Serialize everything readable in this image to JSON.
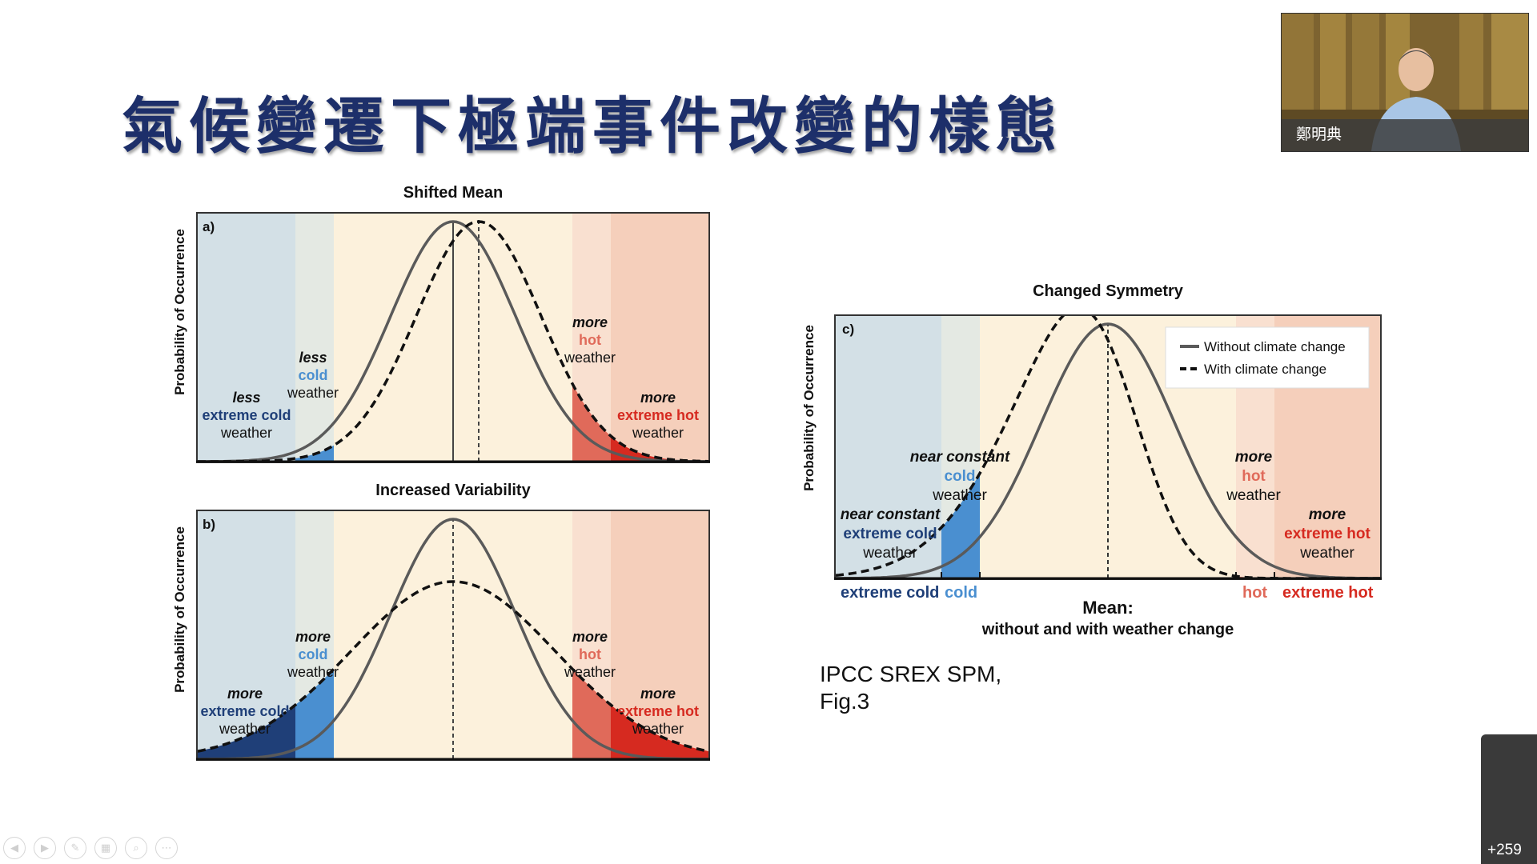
{
  "slide": {
    "title": "氣候變遷下極端事件改變的樣態"
  },
  "panels": {
    "a": {
      "title": "Shifted Mean",
      "letter": "a)",
      "ylabel": "Probability of Occurrence",
      "labels": [
        {
          "id": "left-extreme",
          "lines": [
            [
              "less",
              "italic"
            ],
            [
              "extreme cold",
              "cold-dark"
            ],
            [
              "weather",
              "normal"
            ]
          ]
        },
        {
          "id": "left-cold",
          "lines": [
            [
              "less",
              "italic"
            ],
            [
              "cold",
              "cold"
            ],
            [
              "weather",
              "normal"
            ]
          ]
        },
        {
          "id": "right-hot",
          "lines": [
            [
              "more",
              "italic"
            ],
            [
              "hot",
              "hot"
            ],
            [
              "weather",
              "normal"
            ]
          ]
        },
        {
          "id": "right-extreme",
          "lines": [
            [
              "more",
              "italic"
            ],
            [
              "extreme hot",
              "hot-dark"
            ],
            [
              "weather",
              "normal"
            ]
          ]
        }
      ]
    },
    "b": {
      "title": "Increased Variability",
      "letter": "b)",
      "ylabel": "Probability of Occurrence",
      "labels": [
        {
          "id": "left-extreme",
          "lines": [
            [
              "more",
              "italic"
            ],
            [
              "extreme cold",
              "cold-dark"
            ],
            [
              "weather",
              "normal"
            ]
          ]
        },
        {
          "id": "left-cold",
          "lines": [
            [
              "more",
              "italic"
            ],
            [
              "cold",
              "cold"
            ],
            [
              "weather",
              "normal"
            ]
          ]
        },
        {
          "id": "right-hot",
          "lines": [
            [
              "more",
              "italic"
            ],
            [
              "hot",
              "hot"
            ],
            [
              "weather",
              "normal"
            ]
          ]
        },
        {
          "id": "right-extreme",
          "lines": [
            [
              "more",
              "italic"
            ],
            [
              "extreme hot",
              "hot-dark"
            ],
            [
              "weather",
              "normal"
            ]
          ]
        }
      ]
    },
    "c": {
      "title": "Changed Symmetry",
      "letter": "c)",
      "ylabel": "Probability of Occurrence",
      "legend": [
        "Without climate change",
        "With climate change"
      ],
      "labels": [
        {
          "id": "left-extreme",
          "lines": [
            [
              "near constant",
              "italic"
            ],
            [
              "extreme cold",
              "cold-dark"
            ],
            [
              "weather",
              "normal"
            ]
          ]
        },
        {
          "id": "left-cold",
          "lines": [
            [
              "near constant",
              "italic"
            ],
            [
              "cold",
              "cold"
            ],
            [
              "weather",
              "normal"
            ]
          ]
        },
        {
          "id": "right-hot",
          "lines": [
            [
              "more",
              "italic"
            ],
            [
              "hot",
              "hot"
            ],
            [
              "weather",
              "normal"
            ]
          ]
        },
        {
          "id": "right-extreme",
          "lines": [
            [
              "more",
              "italic"
            ],
            [
              "extreme hot",
              "hot-dark"
            ],
            [
              "weather",
              "normal"
            ]
          ]
        }
      ],
      "xticks": [
        "extreme cold",
        "cold",
        "hot",
        "extreme hot"
      ],
      "xlabel_1": "Mean:",
      "xlabel_2": "without and with weather change"
    }
  },
  "source": {
    "line1": "IPCC SREX SPM,",
    "line2": "Fig.3"
  },
  "video": {
    "participant_name": "鄭明典"
  },
  "participants": {
    "count_label": "+259"
  },
  "colors": {
    "cold_dark": "#1f3f78",
    "cold": "#4a8fd0",
    "hot": "#e06a5a",
    "hot_dark": "#d62a20",
    "bg_extreme_cold": "#d3e0e6",
    "bg_cold": "#e4e9e3",
    "bg_mid": "#fcf1dc",
    "bg_hot": "#f9e0d0",
    "bg_extreme_hot": "#f5cfbb",
    "curve": "#5a5a5a"
  }
}
